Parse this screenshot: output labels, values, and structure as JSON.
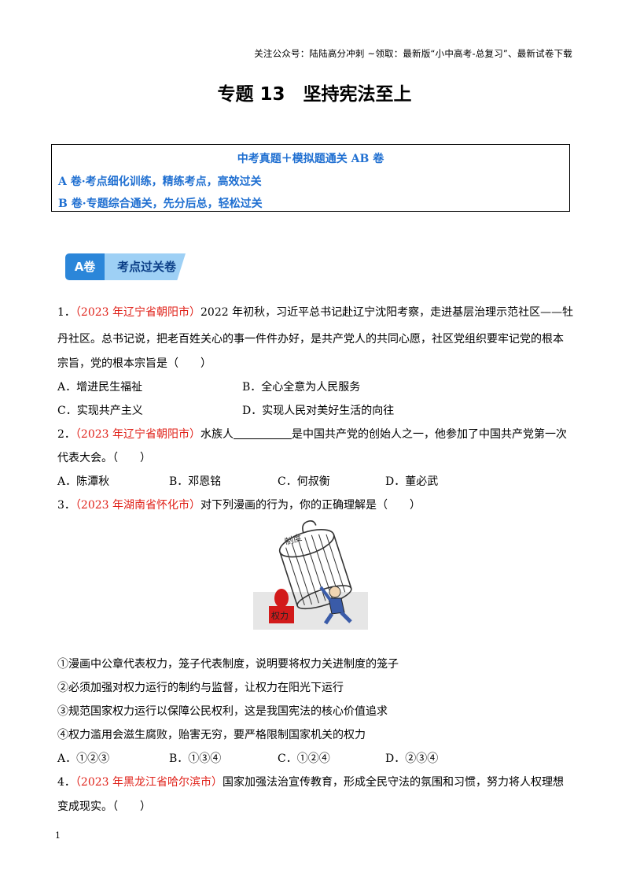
{
  "header_note": "关注公众号：陆陆高分冲刺 ~领取：最新版“小中高考-总复习”、最新试卷下载",
  "title": "专题 13　坚持宪法至上",
  "intro_box": {
    "heading": "中考真题＋模拟题通关 AB 卷",
    "line_a": "A 卷·考点细化训练，精练考点，高效过关",
    "line_b": "B 卷·专题综合通关，先分后总，轻松过关"
  },
  "badge": {
    "left": "A卷",
    "right": "考点过关卷"
  },
  "questions": [
    {
      "num": "1．",
      "source": "（2023 年辽宁省朝阳市）",
      "lines": [
        "2022 年初秋，习近平总书记赴辽宁沈阳考察，走进基层治理示范社区——牡",
        "丹社区。总书记说，把老百姓关心的事一件件办好，是共产党人的共同心愿，社区党组织要牢记党的根本",
        "宗旨，党的根本宗旨是（　　）"
      ],
      "options": [
        "A．增进民生福祉",
        "B．全心全意为人民服务",
        "C．实现共产主义",
        "D．实现人民对美好生活的向往"
      ]
    },
    {
      "num": "2．",
      "source": "（2023 年辽宁省朝阳市）",
      "text_before": "水族人",
      "text_after": "是中国共产党的创始人之一，他参加了中国共产党第一次",
      "line2": "代表大会。（　　）",
      "options": [
        "A．陈潭秋",
        "B．邓恩铭",
        "C．何叔衡",
        "D．董必武"
      ]
    },
    {
      "num": "3．",
      "source": "（2023 年湖南省怀化市）",
      "text": "对下列漫画的行为，你的正确理解是（　　）",
      "cartoon": {
        "cage_label": "制度",
        "stamp_label": "权力"
      },
      "statements": [
        "①漫画中公章代表权力，笼子代表制度，说明要将权力关进制度的笼子",
        "②必须加强对权力运行的制约与监督，让权力在阳光下运行",
        "③规范国家权力运行以保障公民权利，这是我国宪法的核心价值追求",
        "④权力滥用会滋生腐败，贻害无穷，要严格限制国家机关的权力"
      ],
      "options": [
        "A．①②③",
        "B．①③④",
        "C．①②④",
        "D．②③④"
      ]
    },
    {
      "num": "4．",
      "source": "（2023 年黑龙江省哈尔滨市）",
      "text": "国家加强法治宣传教育，形成全民守法的氛围和习惯，努力将人权理想",
      "line2": "变成现实。（　　）"
    }
  ],
  "page_number": "1"
}
